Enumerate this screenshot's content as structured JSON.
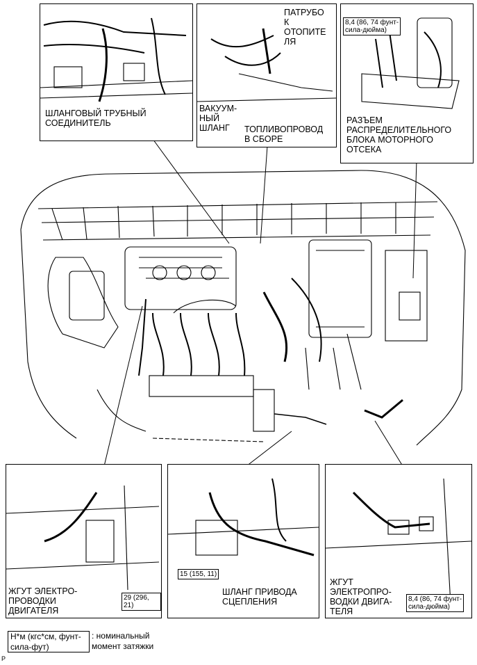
{
  "labels": {
    "hose_fitting": "ШЛАНГОВЫЙ ТРУБНЫЙ\nСОЕДИНИТЕЛЬ",
    "heater_pipe": "ПАТРУБО\nК\nОТОПИТЕ\nЛЯ",
    "vacuum_hose": "ВАКУУМ-\nНЫЙ\nШЛАНГ",
    "fuel_pipe": "ТОПЛИВОПРОВОД\nВ СБОРЕ",
    "junction_connector": "РАЗЪЕМ\nРАСПРЕДЕЛИТЕЛЬНОГО\nБЛОКА МОТОРНОГО\nОТСЕКА",
    "harness_left": "ЖГУТ ЭЛЕКТРО-\nПРОВОДКИ\nДВИГАТЕЛЯ",
    "clutch_hose": "ШЛАНГ ПРИВОДА\nСЦЕПЛЕНИЯ",
    "harness_right": "ЖГУТ\nЭЛЕКТРОПРО-\nВОДКИ ДВИГА-\nТЕЛЯ"
  },
  "torques": {
    "top_right": "8,4 (86, 74 фунт-\nсила-дюйма)",
    "left": "29 (296, 21)",
    "center": "15 (155, 11)",
    "right": "8,4 (86, 74 фунт-\nсила-дюйма)"
  },
  "legend": {
    "unit": "Н*м (кгс*см, фунт-\nсила-фут)",
    "desc": ": номинальный\nмомент затяжки"
  },
  "code_mark": "P"
}
